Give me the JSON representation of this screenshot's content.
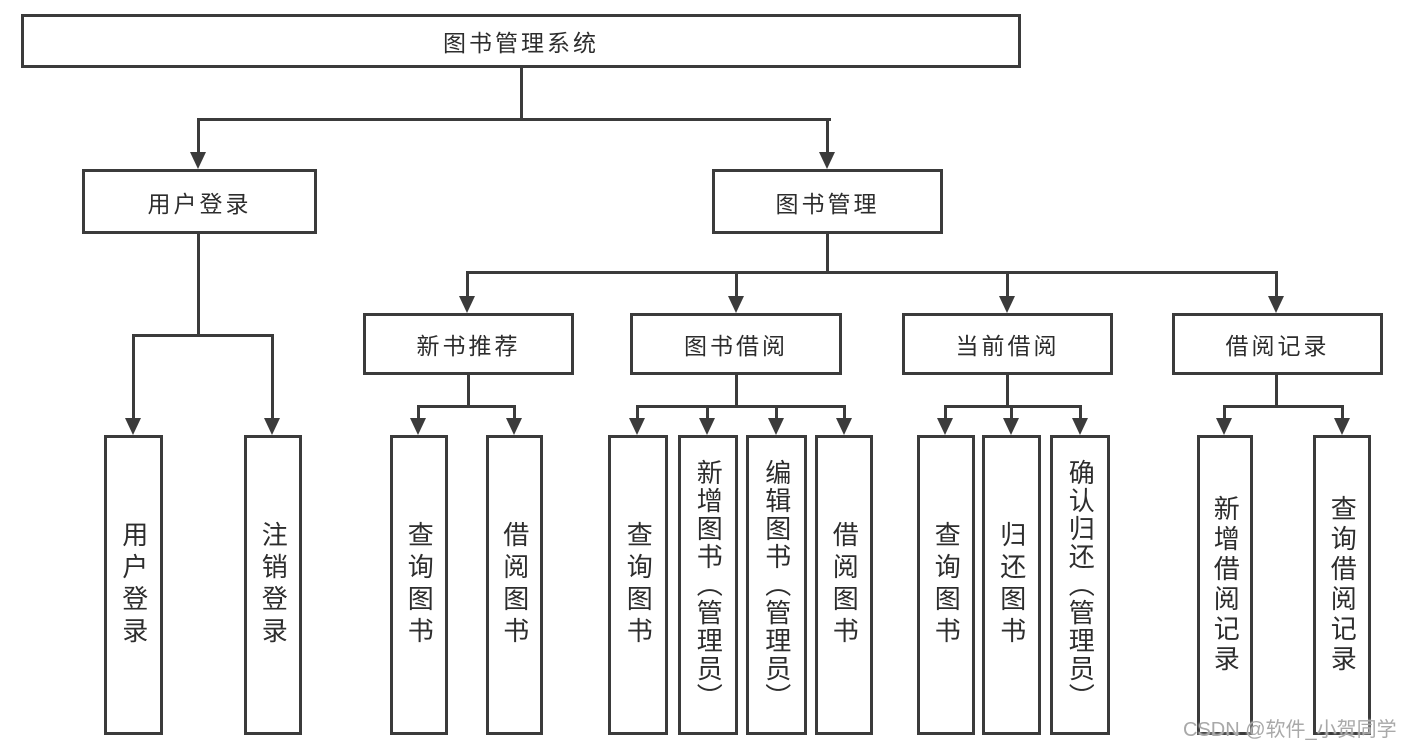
{
  "diagram": {
    "title": "图书管理系统",
    "colors": {
      "line": "#3b3b3b",
      "box_background": "#ffffff",
      "text": "#2d2d2d",
      "watermark": "#a9a9a9"
    },
    "nodes": {
      "root": "图书管理系统",
      "user_login": "用户登录",
      "book_management": "图书管理",
      "new_book_recommend": "新书推荐",
      "book_borrow": "图书借阅",
      "current_borrow": "当前借阅",
      "borrow_records": "借阅记录",
      "leaf_user_login": "用户登录",
      "leaf_logout": "注销登录",
      "leaf_query_book_recommend": "查询图书",
      "leaf_borrow_book_recommend": "借阅图书",
      "leaf_query_book_borrow": "查询图书",
      "leaf_add_book_admin": "新增图书（管理员）",
      "leaf_edit_book_admin": "编辑图书（管理员）",
      "leaf_borrow_book_borrow": "借阅图书",
      "leaf_query_book_current": "查询图书",
      "leaf_return_book": "归还图书",
      "leaf_confirm_return_admin": "确认归还（管理员）",
      "leaf_add_borrow_record": "新增借阅记录",
      "leaf_query_borrow_record": "查询借阅记录"
    }
  },
  "watermark": {
    "text": "CSDN @软件_小贺同学"
  }
}
